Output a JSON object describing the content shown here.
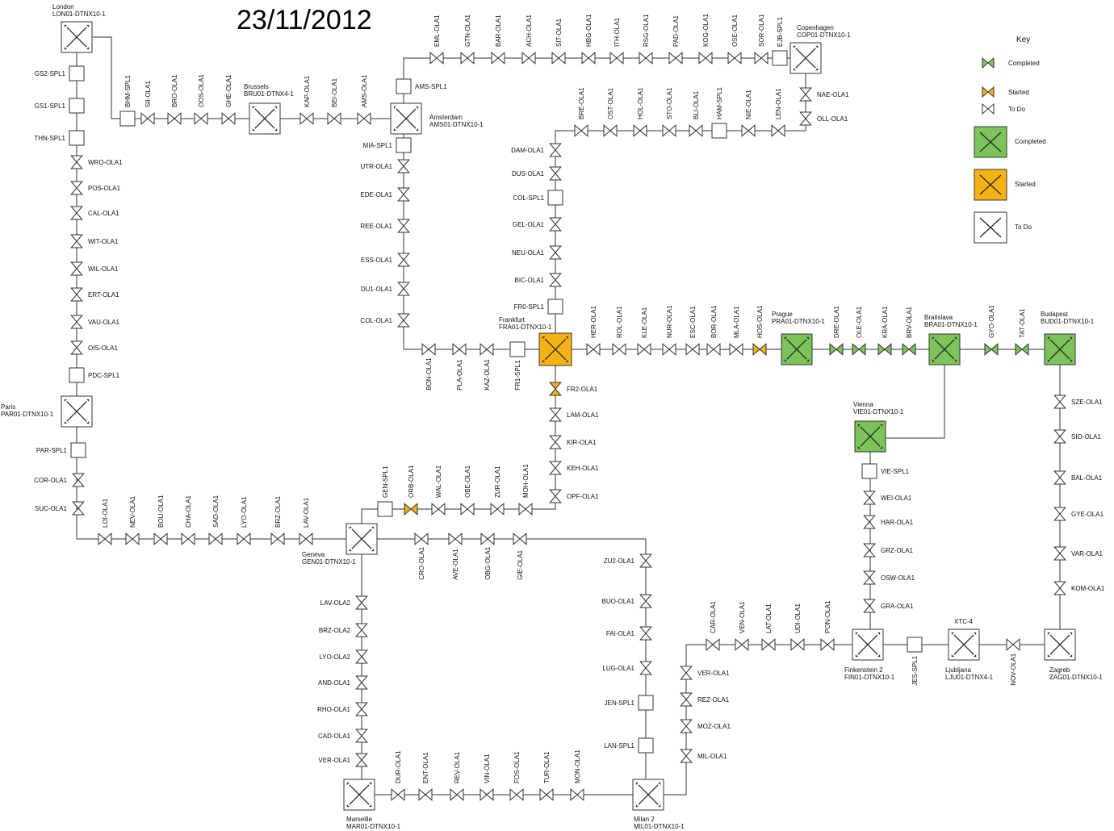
{
  "date": "23/11/2012",
  "colors": {
    "completed": "#7cc35a",
    "started": "#f5b214",
    "todo": "#ffffff",
    "line": "#333333"
  },
  "key": {
    "title": "Key",
    "ola_completed": "Completed",
    "ola_started": "Started",
    "ola_todo": "To Do",
    "node_completed": "Completed",
    "node_started": "Started",
    "node_todo": "To Do"
  },
  "nodes": [
    {
      "id": "LON",
      "name": "London",
      "code": "LON01-DTNX10-1",
      "status": "todo"
    },
    {
      "id": "BRU",
      "name": "Brussels",
      "code": "BRU01-DTNX4-1",
      "status": "todo"
    },
    {
      "id": "AMS",
      "name": "Amsterdam",
      "code": "AMS01-DTNX10-1",
      "status": "todo"
    },
    {
      "id": "COP",
      "name": "Copenhagen",
      "code": "COP01-DTNX10-1",
      "status": "todo"
    },
    {
      "id": "PAR",
      "name": "Paris",
      "code": "PAR01-DTNX10-1",
      "status": "todo"
    },
    {
      "id": "FRA",
      "name": "Frankfurt",
      "code": "FRA01-DTNX10-1",
      "status": "started"
    },
    {
      "id": "PRA",
      "name": "Prague",
      "code": "PRA01-DTNX10-1",
      "status": "completed"
    },
    {
      "id": "BRA",
      "name": "Bratislava",
      "code": "BRA01-DTNX10-1",
      "status": "completed"
    },
    {
      "id": "BUD",
      "name": "Budapest",
      "code": "BUD01-DTNX10-1",
      "status": "completed"
    },
    {
      "id": "VIE",
      "name": "Vienna",
      "code": "VIE01-DTNX10-1",
      "status": "completed"
    },
    {
      "id": "GEN",
      "name": "Geneva",
      "code": "GEN01-DTNX10-1",
      "status": "todo"
    },
    {
      "id": "FIN",
      "name": "Finkenstein 2",
      "code": "FIN01-DTNX10-1",
      "status": "todo"
    },
    {
      "id": "LJU",
      "name": "Ljubljana",
      "code": "LJU01-DTNX4-1",
      "status": "todo",
      "extra": "XTC-4"
    },
    {
      "id": "ZAG",
      "name": "Zagreb",
      "code": "ZAG01-DTNX10-1",
      "status": "todo"
    },
    {
      "id": "MAR",
      "name": "Marseille",
      "code": "MAR01-DTNX10-1",
      "status": "todo"
    },
    {
      "id": "MIL",
      "name": "Milan 2",
      "code": "MIL01-DTNX10-1",
      "status": "todo"
    }
  ],
  "sites": {
    "london_paris": [
      "GS2-SPL1",
      "GS1-SPL1",
      "THN-SPL1",
      "WRO-OLA1",
      "POS-OLA1",
      "CAL-OLA1",
      "WIT-OLA1",
      "WIL-OLA1",
      "ERT-OLA1",
      "VAU-OLA1",
      "OIS-OLA1",
      "PDC-SPL1"
    ],
    "london_amsterdam": [
      "BHM-SPL1",
      "SII-OLA1",
      "BRO-OLA1",
      "OOS-OLA1",
      "GHE-OLA1",
      "KAP-OLA1",
      "BEI-OLA1",
      "AMS-OLA1"
    ],
    "amsterdam_copenhagen": [
      "AMS-SPL1",
      "EML-OLA1",
      "GTN-OLA1",
      "BAR-OLA1",
      "ACH-OLA1",
      "SIT-OLA1",
      "HBG-OLA1",
      "ITH-OLA1",
      "RSG-OLA1",
      "PAD-OLA1",
      "KOG-OLA1",
      "OSE-OLA1",
      "SOR-OLA1",
      "EJB-SPL1"
    ],
    "copenhagen_frankfurt": [
      "NAE-OLA1",
      "OLL-OLA1",
      "LEN-OLA1",
      "NIE-OLA1",
      "HAM-SPL1",
      "BLI-OLA1",
      "STO-OLA1",
      "HOL-OLA1",
      "OST-OLA1",
      "BRE-OLA1",
      "DAM-OLA1",
      "DUS-OLA1",
      "COL-SPL1",
      "GEL-OLA1",
      "NEU-OLA1",
      "BIC-OLA1",
      "FR0-SPL1"
    ],
    "amsterdam_frankfurt": [
      "MIA-SPL1",
      "UTR-OLA1",
      "EDE-OLA1",
      "REE-OLA1",
      "ESS-OLA1",
      "DU1-OLA1",
      "COL-OLA1",
      "BON-OLA1",
      "PLA-OLA1",
      "KAZ-OLA1",
      "FR1-SPL1"
    ],
    "frankfurt_prague": [
      "HER-OLA1",
      "ROL-OLA1",
      "KLE-OLA1",
      "NUR-OLA1",
      "ESC-OLA1",
      "BOR-OLA1",
      "MLA-OLA1",
      "HOS-OLA1"
    ],
    "prague_bratislava": [
      "DRE-OLA1",
      "OLE-OLA1",
      "KRA-OLA1",
      "BRV-OLA1"
    ],
    "bratislava_budapest": [
      "GYO-OLA1",
      "TAT-OLA1"
    ],
    "frankfurt_geneva": [
      "FR2-OLA1",
      "LAM-OLA1",
      "KIR-OLA1",
      "KEH-OLA1",
      "OPF-OLA1",
      "MOH-OLA1",
      "ZUR-OLA1",
      "OBE-OLA1",
      "WAL-OLA1",
      "ORB-OLA1",
      "GEN-SPL1"
    ],
    "paris_geneva": [
      "PAR-SPL1",
      "COR-OLA1",
      "SUC-OLA1",
      "LOI-OLA1",
      "NEV-OLA1",
      "BOU-OLA1",
      "CHA-OLA1",
      "SAO-OLA1",
      "LYO-OLA1",
      "BRZ-OLA1",
      "LAV-OLA1"
    ],
    "geneva_milan": [
      "CRO-OLA1",
      "AVE-OLA1",
      "OBG-OLA1",
      "GIE-OLA1",
      "ZU2-OLA1",
      "BUO-OLA1",
      "FAI-OLA1",
      "LUG-OLA1",
      "JEN-SPL1",
      "LAN-SPL1"
    ],
    "geneva_marseille": [
      "LAV-OLA2",
      "BRZ-OLA2",
      "LYO-OLA2",
      "AND-OLA1",
      "RHO-OLA1",
      "CAD-OLA1",
      "VER-OLA1"
    ],
    "marseille_milan": [
      "DUR-OLA1",
      "ENT-OLA1",
      "REV-OLA1",
      "VIN-OLA1",
      "FOS-OLA1",
      "TUR-OLA1",
      "MON-OLA1"
    ],
    "milan_finkenstein": [
      "MIL-OLA1",
      "MOZ-OLA1",
      "REZ-OLA1",
      "VER-OLA1",
      "CAR-OLA1",
      "VEN-OLA1",
      "LAT-OLA1",
      "UDI-OLA1",
      "PON-OLA1"
    ],
    "vienna_finkenstein": [
      "VIE-SPL1",
      "WEI-OLA1",
      "HAR-OLA1",
      "GRZ-OLA1",
      "OSW-OLA1",
      "GRA-OLA1"
    ],
    "finkenstein_zagreb": [
      "JES-SPL1",
      "NOV-OLA1"
    ],
    "budapest_zagreb": [
      "SZE-OLA1",
      "SIO-OLA1",
      "BAL-OLA1",
      "GYE-OLA1",
      "VAR-OLA1",
      "KOM-OLA1"
    ]
  },
  "ola_status": {
    "HOS-OLA1": "started",
    "FR2-OLA1": "started",
    "ORB-OLA1": "started",
    "DRE-OLA1": "completed",
    "OLE-OLA1": "completed",
    "KRA-OLA1": "completed",
    "BRV-OLA1": "completed",
    "GYO-OLA1": "completed",
    "TAT-OLA1": "completed"
  }
}
